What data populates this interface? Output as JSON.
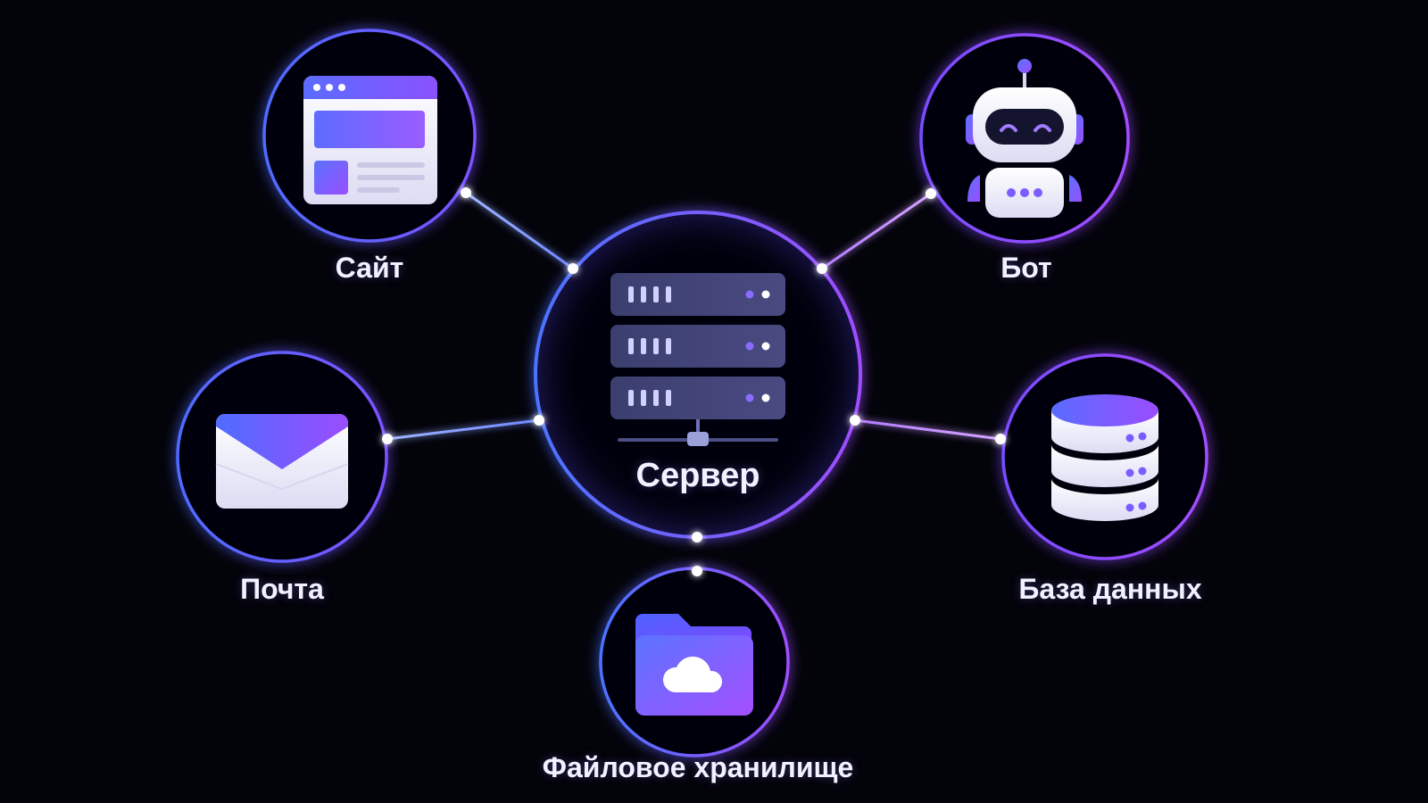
{
  "center": {
    "label": "Сервер",
    "icon": "server-icon"
  },
  "nodes": [
    {
      "key": "site",
      "label": "Сайт",
      "icon": "browser-window-icon"
    },
    {
      "key": "bot",
      "label": "Бот",
      "icon": "robot-icon"
    },
    {
      "key": "mail",
      "label": "Почта",
      "icon": "envelope-icon"
    },
    {
      "key": "database",
      "label": "База данных",
      "icon": "database-icon"
    },
    {
      "key": "storage",
      "label": "Файловое хранилище",
      "icon": "cloud-folder-icon"
    }
  ],
  "colors": {
    "background": "#03030a",
    "accent_blue": "#4f6bff",
    "accent_violet": "#9a4dff",
    "text": "#f2f1ff"
  }
}
